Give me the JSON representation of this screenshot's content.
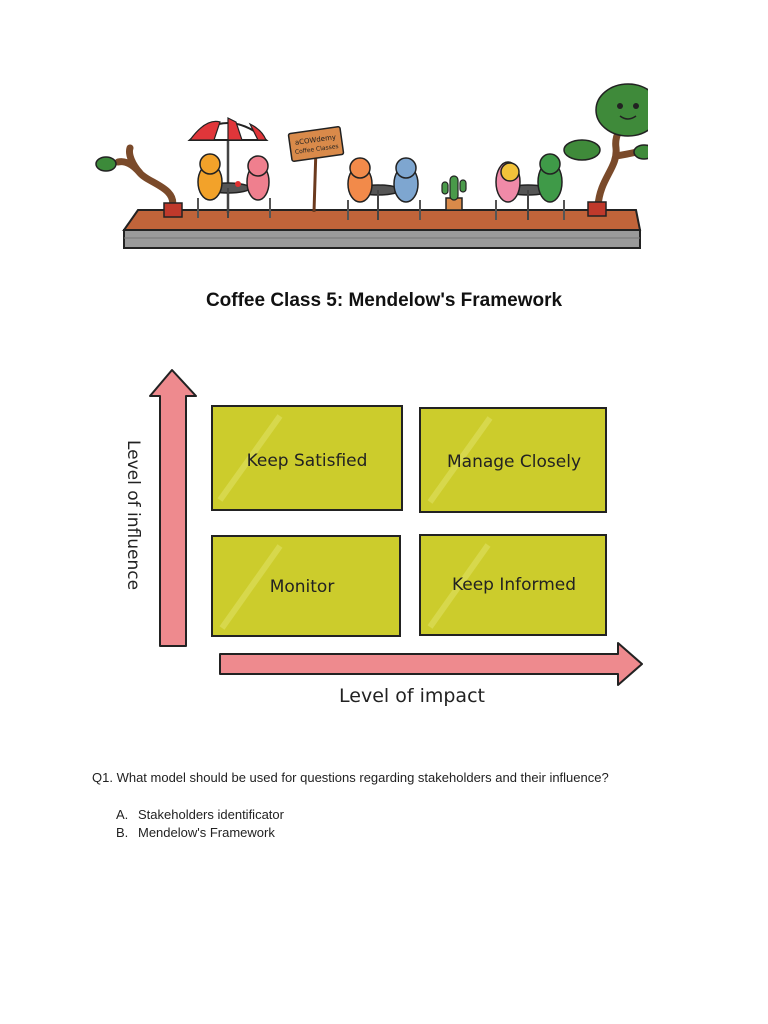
{
  "banner": {
    "sign_text_line1": "aCOWdemy",
    "sign_text_line2": "Coffee Classes"
  },
  "title": "Coffee Class 5: Mendelow's Framework",
  "framework": {
    "y_axis_label": "Level of influence",
    "x_axis_label": "Level of impact",
    "quadrants": {
      "top_left": "Keep Satisfied",
      "top_right": "Manage Closely",
      "bottom_left": "Monitor",
      "bottom_right": "Keep Informed"
    },
    "colors": {
      "quadrant_fill": "#CCCC2C",
      "arrow_fill": "#EE8A8E"
    }
  },
  "question": {
    "text": "Q1. What model should be used for questions regarding stakeholders and their influence?",
    "options": [
      {
        "letter": "A.",
        "text": "Stakeholders identificator"
      },
      {
        "letter": "B.",
        "text": "Mendelow's Framework"
      }
    ]
  }
}
